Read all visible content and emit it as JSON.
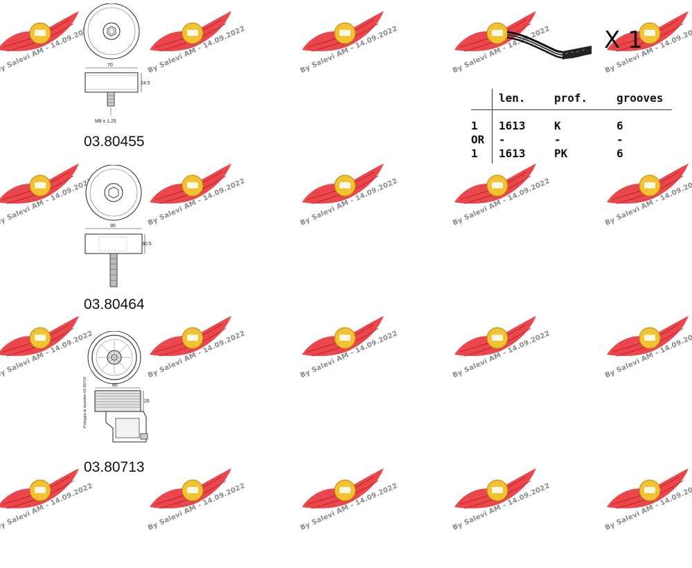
{
  "watermark": {
    "text": "By Salevi AM - 14.09.2022",
    "colors": {
      "wing": "#e8333a",
      "badge": "#f2c230",
      "text": "#8a8a8a"
    }
  },
  "parts": [
    {
      "code": "03.80455",
      "dims": {
        "width": "70",
        "height": "24.5",
        "thread": "M8 x 1.25"
      }
    },
    {
      "code": "03.80464",
      "dims": {
        "width": "90",
        "height": "30.5"
      }
    },
    {
      "code": "03.80713",
      "dims": {
        "width": "80",
        "height": "26",
        "note": "Puleggia di ricambio 03.80714"
      }
    }
  ],
  "belt": {
    "quantity_label": "X 1",
    "table": {
      "headers": [
        "",
        "len.",
        "prof.",
        "grooves"
      ],
      "rows": [
        [
          "1",
          "1613",
          "K",
          "6"
        ],
        [
          "OR",
          "-",
          "-",
          "-"
        ],
        [
          "1",
          "1613",
          "PK",
          "6"
        ]
      ]
    }
  }
}
